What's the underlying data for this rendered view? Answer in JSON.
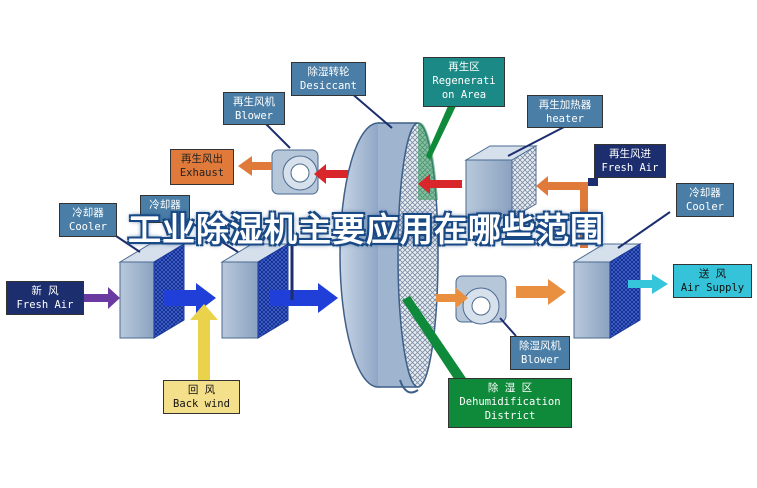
{
  "headline": "工业除湿机主要应用在哪些范围",
  "labels": {
    "desiccant": {
      "zh": "除湿转轮",
      "en": "Desiccant"
    },
    "regen_area": {
      "zh": "再生区",
      "en1": "Regenerati",
      "en2": "on Area"
    },
    "regen_blower": {
      "zh": "再生风机",
      "en": "Blower"
    },
    "regen_heater": {
      "zh": "再生加热器",
      "en": "heater"
    },
    "exhaust": {
      "zh": "再生风出",
      "en": "Exhaust"
    },
    "fresh_air_in": {
      "zh": "再生风进",
      "en": "Fresh Air"
    },
    "cooler_left": {
      "zh": "冷却器",
      "en": "Cooler"
    },
    "cooler_mid": {
      "zh": "冷却器"
    },
    "cooler_right": {
      "zh": "冷却器",
      "en": "Cooler"
    },
    "fresh_air_left": {
      "zh": "新    风",
      "en": "Fresh Air"
    },
    "air_supply": {
      "zh": "送  风",
      "en": "Air Supply"
    },
    "dehum_blower": {
      "zh": "除湿风机",
      "en": "Blower"
    },
    "back_wind": {
      "zh": "回    风",
      "en": "Back wind"
    },
    "dehum_district": {
      "zh": "除    湿    区",
      "en1": "Dehumidification",
      "en2": "District"
    }
  },
  "colors": {
    "box_steel": "#4a7ea6",
    "box_navy": "#1c2e6e",
    "arrow_red": "#d8262a",
    "arrow_orange": "#e89040",
    "arrow_blue": "#1f3fd8",
    "arrow_purple": "#6a3aa0",
    "arrow_yellow": "#ead24a",
    "arrow_cyan": "#36c6dc"
  }
}
